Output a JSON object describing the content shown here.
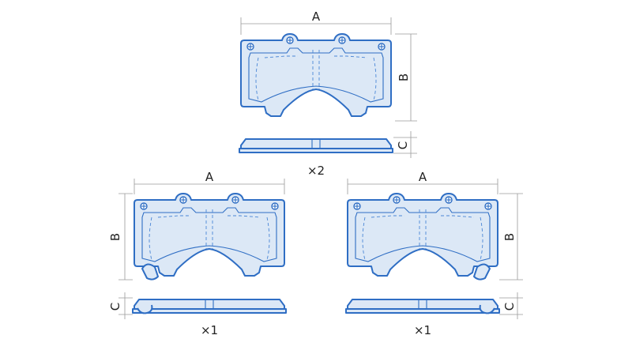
{
  "colors": {
    "outline": "#2f6ec4",
    "fill": "#dce8f6",
    "dimension": "#9a9a9a",
    "text": "#222222"
  },
  "labels": {
    "width": "A",
    "height": "B",
    "thickness": "C"
  },
  "pads": [
    {
      "id": "top",
      "quantity": "×2",
      "has_wear_sensor": false
    },
    {
      "id": "bottom-left",
      "quantity": "×1",
      "has_wear_sensor": true
    },
    {
      "id": "bottom-right",
      "quantity": "×1",
      "has_wear_sensor": true
    }
  ]
}
